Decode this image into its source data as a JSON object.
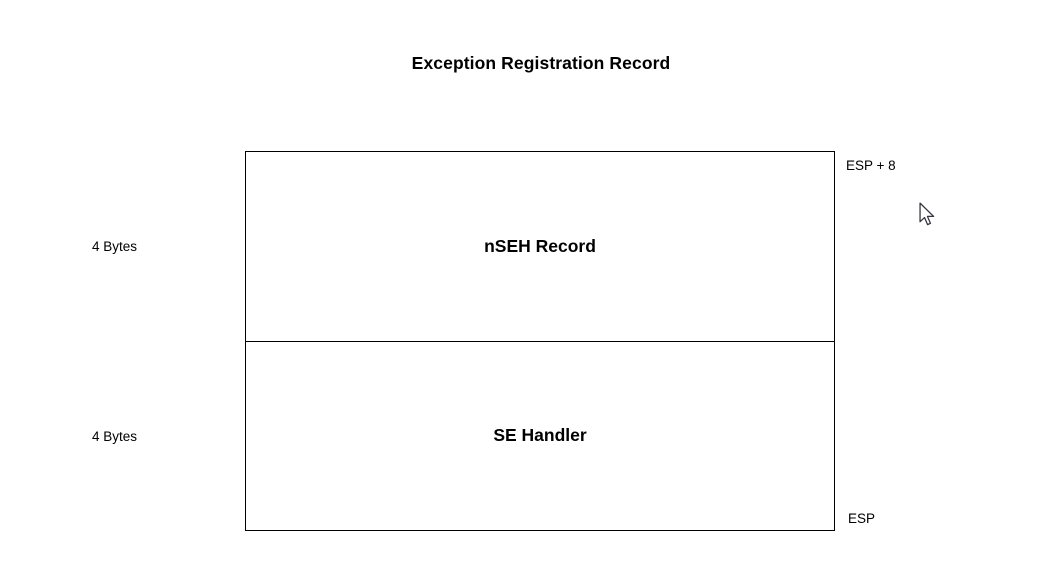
{
  "title": "Exception Registration Record",
  "diagram": {
    "rows": [
      {
        "label": "nSEH Record",
        "size_label": "4 Bytes"
      },
      {
        "label": "SE Handler",
        "size_label": "4 Bytes"
      }
    ],
    "stack_pointer_labels": {
      "top": "ESP + 8",
      "bottom": "ESP"
    }
  },
  "icons": {
    "cursor": "arrow-pointer"
  },
  "colors": {
    "background": "#ffffff",
    "border": "#000000",
    "text": "#000000"
  }
}
